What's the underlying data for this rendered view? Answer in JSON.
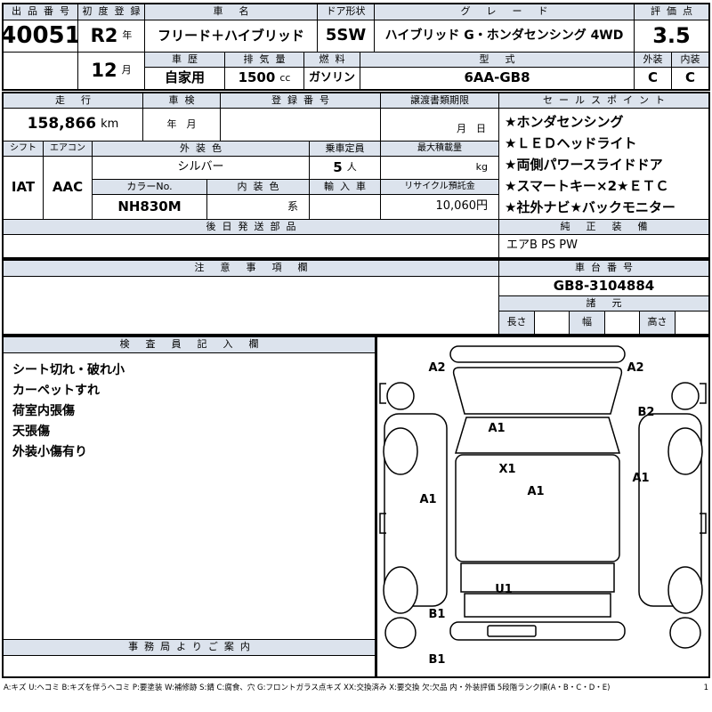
{
  "header": {
    "auction_no": {
      "label": "出品番号",
      "value": "40051"
    },
    "first_reg": {
      "label": "初度登録",
      "year": "R2",
      "year_unit": "年",
      "month": "12",
      "month_unit": "月"
    },
    "car_name": {
      "label": "車名",
      "value": "フリード＋ハイブリッド"
    },
    "door": {
      "label": "ドア形状",
      "value": "5SW"
    },
    "grade": {
      "label": "グレード",
      "value": "ハイブリッド G・ホンダセンシング 4WD"
    },
    "score": {
      "label": "評価点",
      "value": "3.5"
    },
    "history": {
      "label": "車歴",
      "value": "自家用"
    },
    "displacement": {
      "label": "排気量",
      "value": "1500",
      "unit": "cc"
    },
    "fuel": {
      "label": "燃料",
      "value": "ガソリン"
    },
    "model": {
      "label": "型式",
      "value": "6AA-GB8"
    },
    "exterior": {
      "label": "外装",
      "value": "C"
    },
    "interior": {
      "label": "内装",
      "value": "C"
    }
  },
  "middle": {
    "mileage": {
      "label": "走行",
      "value": "158,866",
      "unit": "km"
    },
    "inspection": {
      "label": "車検",
      "value": "年　月"
    },
    "reg_no": {
      "label": "登録番号",
      "value": ""
    },
    "transfer": {
      "label": "譲渡書類期限",
      "value": "月　日"
    },
    "sales": {
      "label": "セールスポイント",
      "items": [
        "★ホンダセンシング",
        "★ＬＥＤヘッドライト",
        "★両側パワースライドドア",
        "★スマートキー×2★ＥＴＣ",
        "★社外ナビ★バックモニター"
      ]
    },
    "shift": {
      "label": "シフト",
      "value": "IAT"
    },
    "aircon": {
      "label": "エアコン",
      "value": "AAC"
    },
    "ext_color": {
      "label": "外装色",
      "value": "シルバー"
    },
    "capacity": {
      "label": "乗車定員",
      "value": "5",
      "unit": "人"
    },
    "max_load": {
      "label": "最大積載量",
      "unit": "kg"
    },
    "color_no": {
      "label": "カラーNo.",
      "value": "NH830M"
    },
    "int_color": {
      "label": "内装色",
      "value": "系"
    },
    "import_car": {
      "label": "輸入車",
      "value": ""
    },
    "recycle": {
      "label": "リサイクル預託金",
      "value": "10,060円"
    },
    "later_parts": {
      "label": "後日発送部品",
      "value": ""
    },
    "genuine": {
      "label": "純正装備",
      "value": "エアB PS PW"
    }
  },
  "lower": {
    "notes": {
      "label": "注意事項欄",
      "value": ""
    },
    "chassis": {
      "label": "車台番号",
      "value": "GB8-3104884"
    },
    "specs": {
      "label": "諸元",
      "length": "長さ",
      "width": "幅",
      "height": "高さ"
    },
    "inspector": {
      "label": "検査員記入欄",
      "lines": [
        "シート切れ・破れ小",
        "カーペットすれ",
        "荷室内張傷",
        "天張傷",
        "外装小傷有り"
      ]
    },
    "office": {
      "label": "事務局よりご案内",
      "value": ""
    }
  },
  "diagram": {
    "labels": [
      {
        "code": "A2"
      },
      {
        "code": "A2"
      },
      {
        "code": "B2"
      },
      {
        "code": "A1"
      },
      {
        "code": "X1"
      },
      {
        "code": "A1"
      },
      {
        "code": "A1"
      },
      {
        "code": "A1"
      },
      {
        "code": "U1"
      },
      {
        "code": "B1"
      },
      {
        "code": "B1"
      }
    ]
  },
  "legend": {
    "text": "A:キズ U:ヘコミ B:キズを伴うヘコミ P:要塗装 W:補修跡 S:錆 C:腐食、穴 G:フロントガラス点キズ XX:交換済み X:要交換 欠:欠品 内・外装評価 5段階ランク順(A・B・C・D・E)",
    "page": "1"
  }
}
